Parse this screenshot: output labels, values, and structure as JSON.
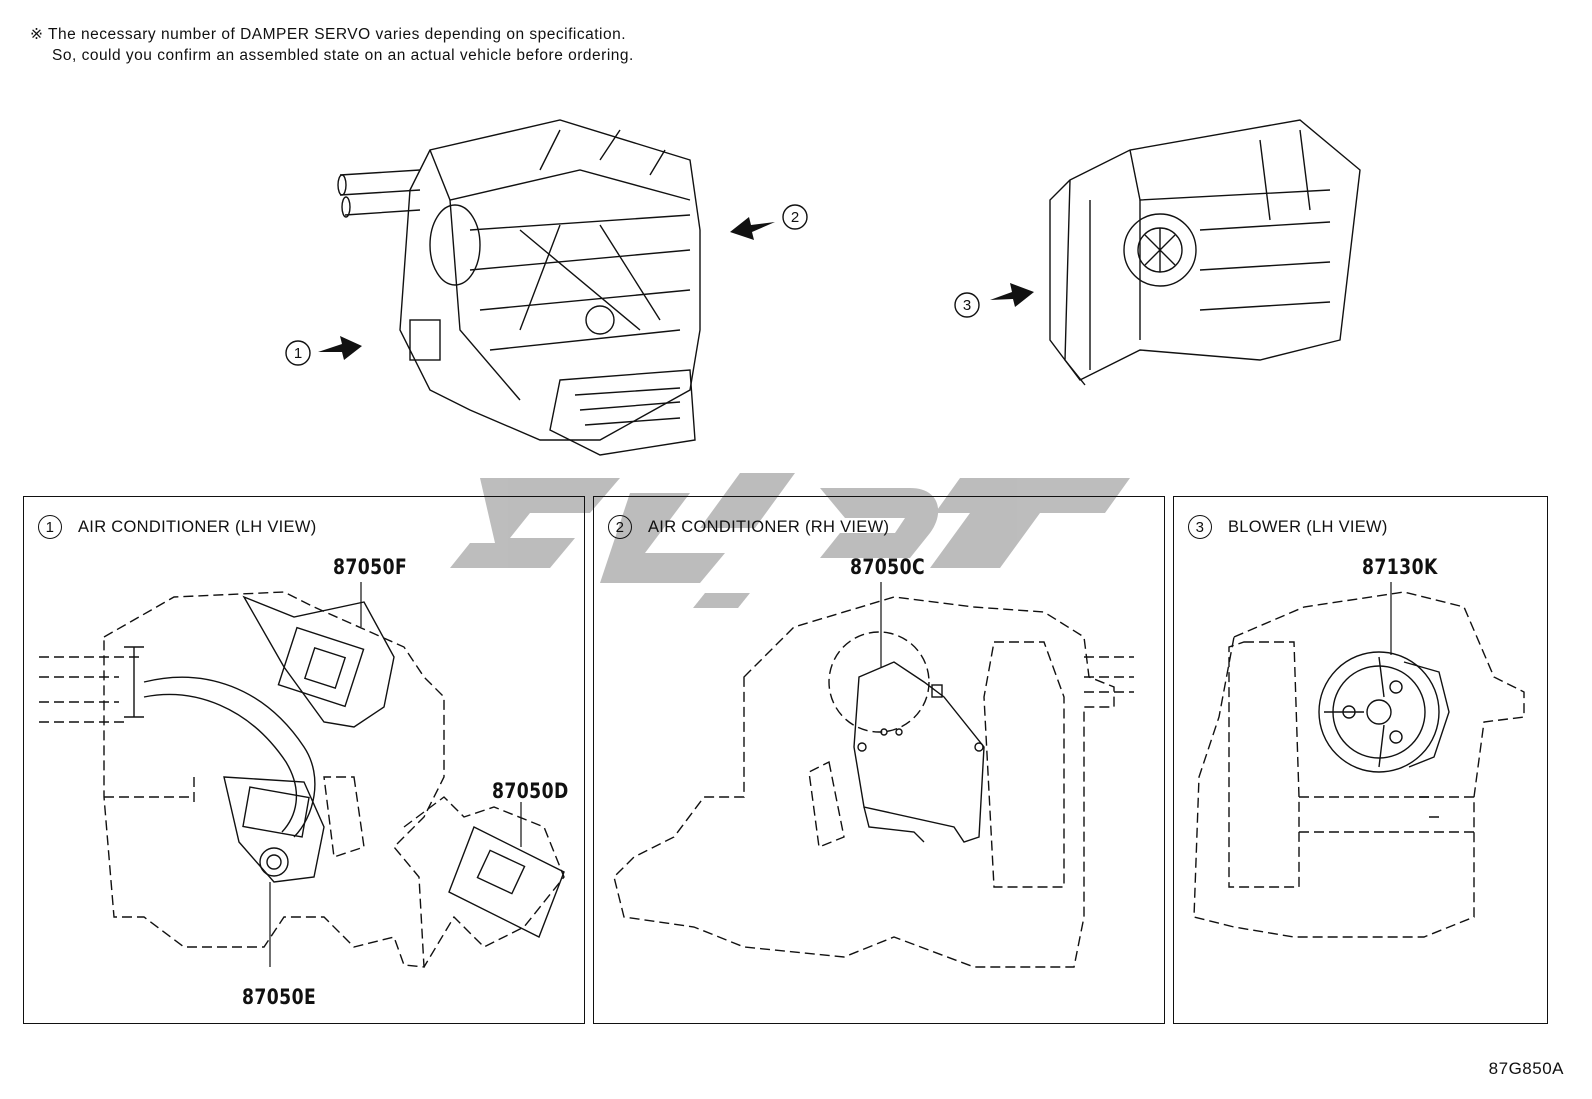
{
  "note": {
    "line1": "※ The necessary number of DAMPER SERVO varies depending on specification.",
    "line2": "So, could you confirm an assembled state on an actual vehicle before ordering."
  },
  "overview": {
    "markers": [
      "1",
      "2",
      "3"
    ]
  },
  "panels": [
    {
      "num": "1",
      "title": "AIR CONDITIONER (LH VIEW)",
      "parts": [
        "87050F",
        "87050D",
        "87050E"
      ]
    },
    {
      "num": "2",
      "title": "AIR CONDITIONER (RH VIEW)",
      "parts": [
        "87050C"
      ]
    },
    {
      "num": "3",
      "title": "BLOWER (LH VIEW)",
      "parts": [
        "87130K"
      ]
    }
  ],
  "diagram_code": "87G850A",
  "watermark_color": "#b9b9b9"
}
